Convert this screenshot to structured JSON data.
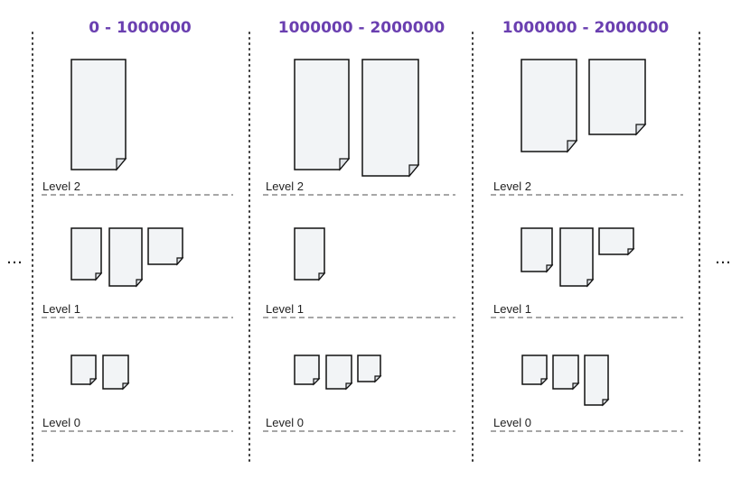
{
  "colors": {
    "title": "#6a3fb0",
    "file_fill": "#f2f4f6",
    "file_stroke": "#111111",
    "level_line": "#8a8a8a",
    "column_divider": "#333333"
  },
  "ellipsis_left": "…",
  "ellipsis_right": "…",
  "columns": [
    {
      "title": "0 - 1000000",
      "levels": [
        {
          "label": "Level 2",
          "file_count": 1
        },
        {
          "label": "Level 1",
          "file_count": 3
        },
        {
          "label": "Level 0",
          "file_count": 2
        }
      ]
    },
    {
      "title": "1000000 - 2000000",
      "levels": [
        {
          "label": "Level 2",
          "file_count": 2
        },
        {
          "label": "Level 1",
          "file_count": 1
        },
        {
          "label": "Level 0",
          "file_count": 3
        }
      ]
    },
    {
      "title": "1000000 - 2000000",
      "levels": [
        {
          "label": "Level 2",
          "file_count": 2
        },
        {
          "label": "Level 1",
          "file_count": 3
        },
        {
          "label": "Level 0",
          "file_count": 3
        }
      ]
    }
  ]
}
